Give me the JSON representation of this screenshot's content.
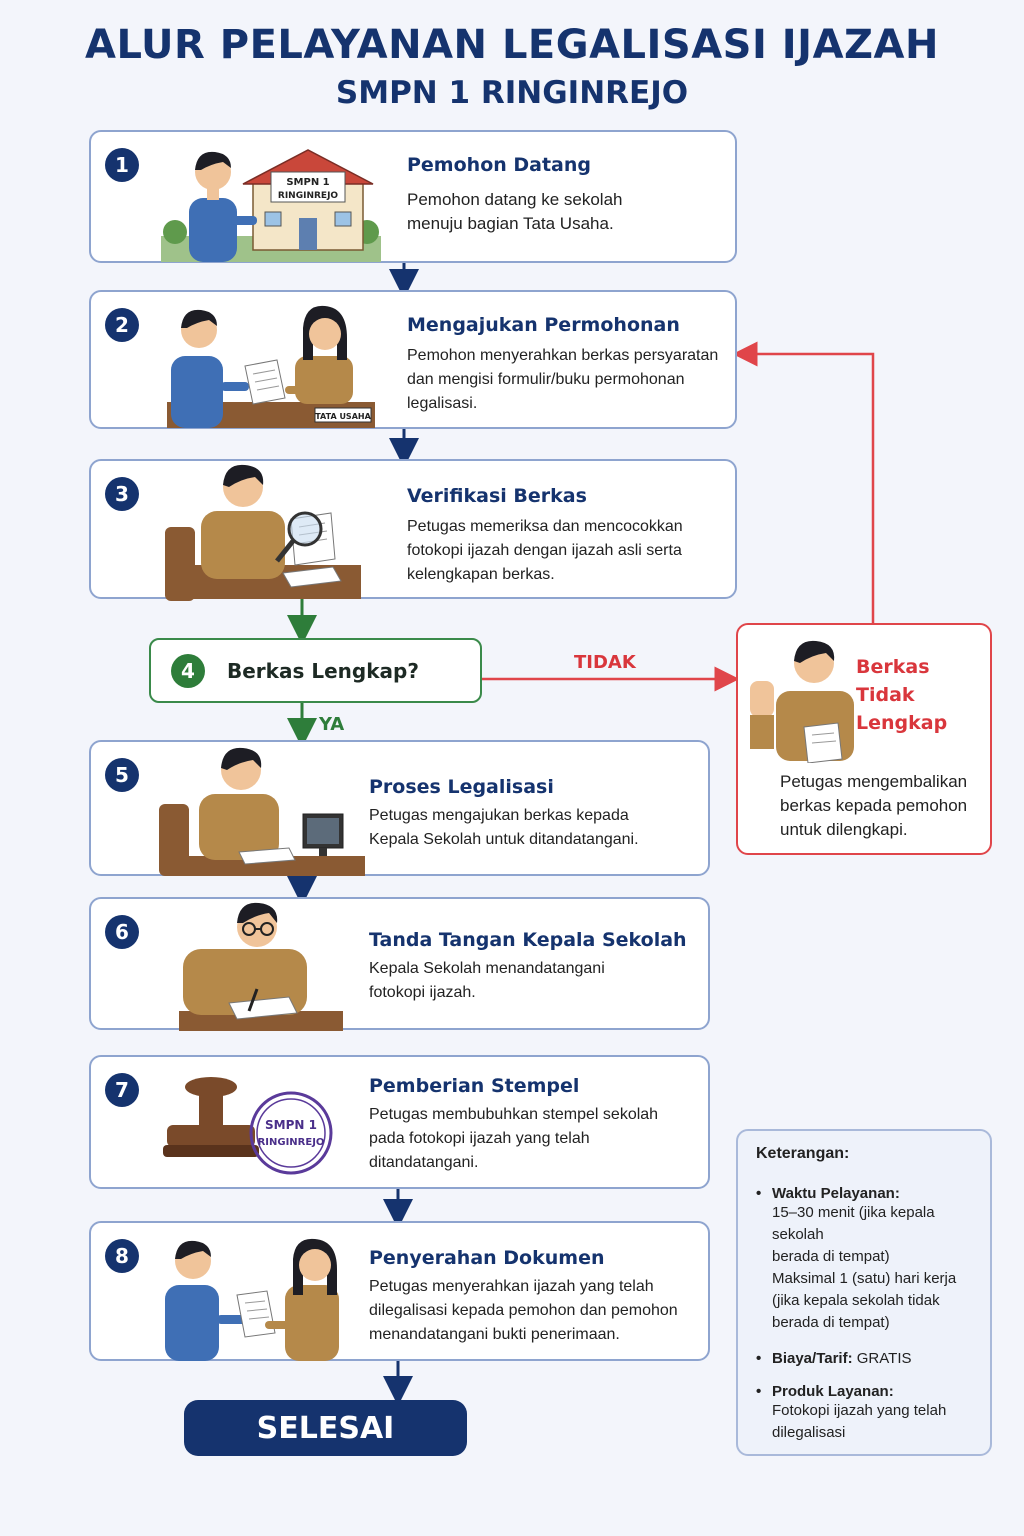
{
  "header": {
    "title": "ALUR PELAYANAN LEGALISASI IJAZAH",
    "subtitle": "SMPN 1 RINGINREJO"
  },
  "steps": [
    {
      "number": "1",
      "title": "Pemohon Datang",
      "description": "Pemohon datang ke sekolah\nmenuju bagian Tata Usaha.",
      "sign_line1": "SMPN 1",
      "sign_line2": "RINGINREJO"
    },
    {
      "number": "2",
      "title": "Mengajukan Permohonan",
      "description": "Pemohon menyerahkan berkas persyaratan\ndan mengisi formulir/buku permohonan\nlegalisasi.",
      "desk_label": "TATA USAHA"
    },
    {
      "number": "3",
      "title": "Verifikasi Berkas",
      "description": "Petugas memeriksa dan mencocokkan\nfotokopi ijazah dengan ijazah asli serta\nkelengkapan berkas."
    },
    {
      "number": "5",
      "title": "Proses Legalisasi",
      "description": "Petugas mengajukan berkas kepada\nKepala Sekolah untuk ditandatangani."
    },
    {
      "number": "6",
      "title": "Tanda Tangan Kepala Sekolah",
      "description": "Kepala Sekolah menandatangani\nfotokopi ijazah."
    },
    {
      "number": "7",
      "title": "Pemberian Stempel",
      "description": "Petugas membubuhkan stempel sekolah\npada fotokopi ijazah yang telah\nditandatangani.",
      "stamp_line1": "SMPN 1",
      "stamp_line2": "RINGINREJO"
    },
    {
      "number": "8",
      "title": "Penyerahan Dokumen",
      "description": "Petugas menyerahkan ijazah yang telah\ndilegalisasi kepada pemohon dan pemohon\nmenandatangani bukti penerimaan."
    }
  ],
  "decision": {
    "number": "4",
    "label": "Berkas Lengkap?",
    "yes_label": "YA",
    "no_label": "TIDAK"
  },
  "reject": {
    "title": "Berkas Tidak\nLengkap",
    "description": "Petugas mengembalikan\nberkas kepada pemohon\nuntuk dilengkapi."
  },
  "finish": {
    "label": "SELESAI"
  },
  "legend": {
    "title": "Keterangan:",
    "items": [
      {
        "label": "Waktu Pelayanan:",
        "value": "15–30 menit (jika kepala sekolah\nberada di tempat)\nMaksimal 1 (satu) hari kerja\n(jika kepala sekolah tidak\nberada di tempat)"
      },
      {
        "label": "Biaya/Tarif:",
        "value": "GRATIS"
      },
      {
        "label": "Produk Layanan:",
        "value": "Fotokopi ijazah yang telah\ndilegalisasi"
      }
    ]
  },
  "colors": {
    "navy": "#15336e",
    "green": "#2e7d3a",
    "red": "#e0454a",
    "khaki": "#b5894a",
    "blue_shirt": "#3f6fb5"
  }
}
